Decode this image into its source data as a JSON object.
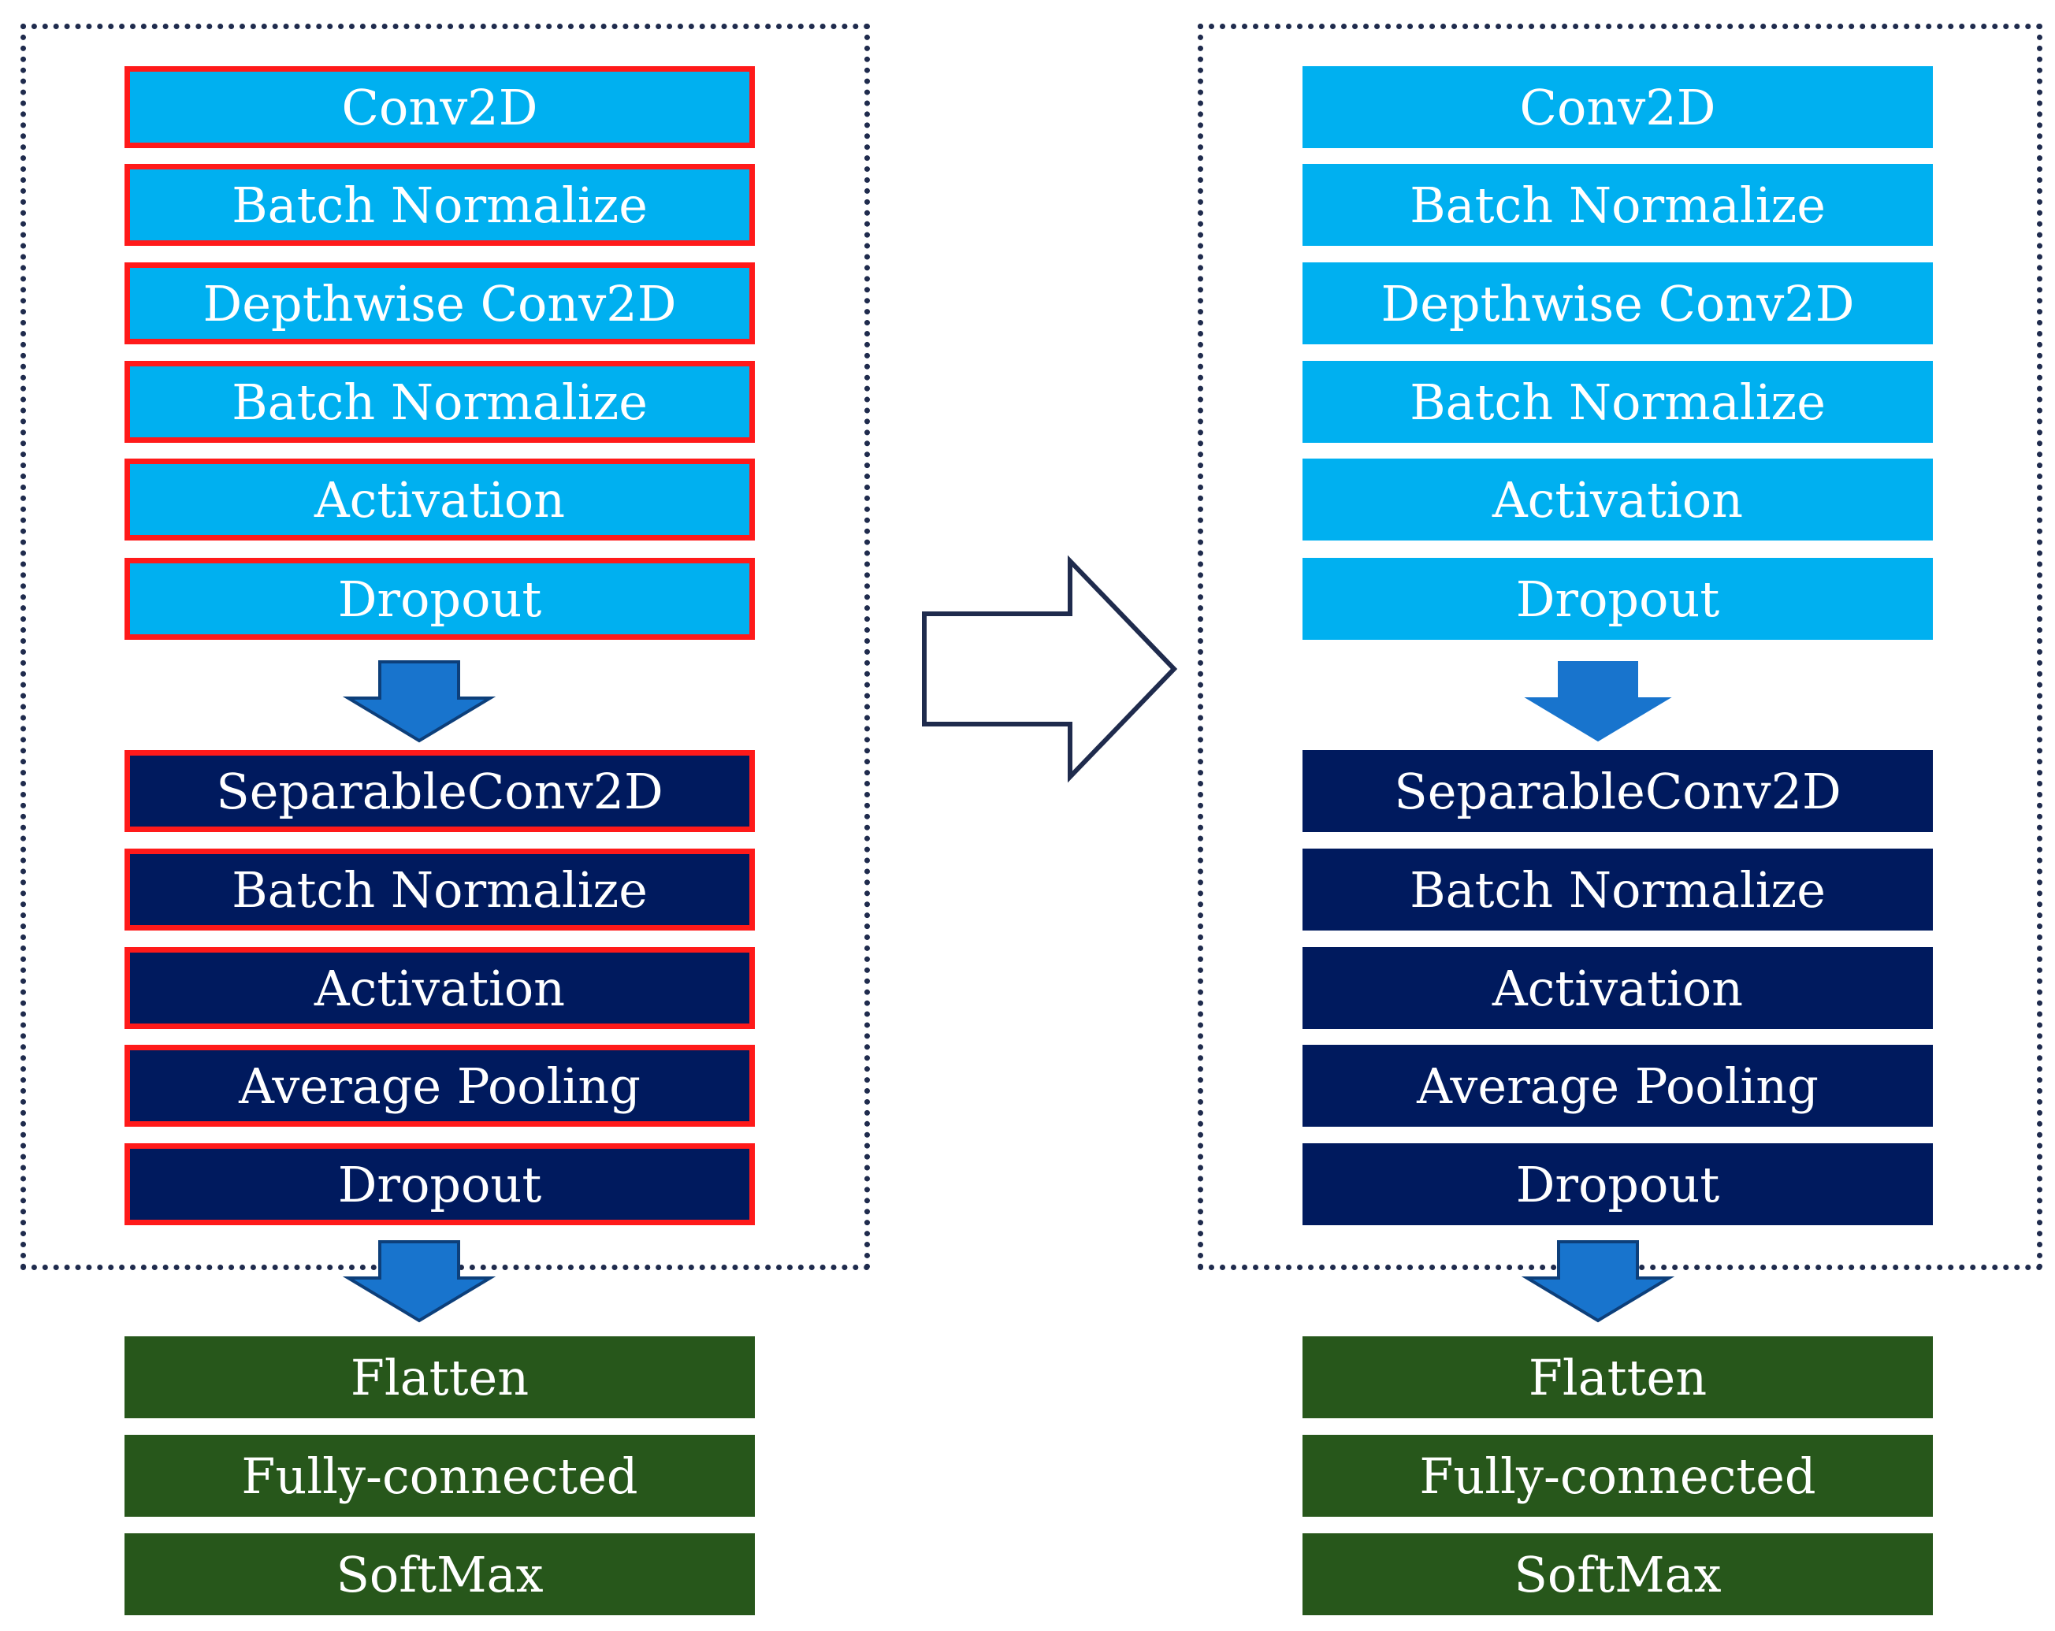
{
  "left_column": {
    "encoder_blocks": [
      "Conv2D",
      "Batch Normalize",
      "Depthwise Conv2D",
      "Batch Normalize",
      "Activation",
      "Dropout"
    ],
    "separable_blocks": [
      "SeparableConv2D",
      "Batch Normalize",
      "Activation",
      "Average Pooling",
      "Dropout"
    ],
    "head_blocks": [
      "Flatten",
      "Fully-connected",
      "SoftMax"
    ]
  },
  "right_column": {
    "encoder_blocks": [
      "Conv2D",
      "Batch Normalize",
      "Depthwise Conv2D",
      "Batch Normalize",
      "Activation",
      "Dropout"
    ],
    "separable_blocks": [
      "SeparableConv2D",
      "Batch Normalize",
      "Activation",
      "Average Pooling",
      "Dropout"
    ],
    "head_blocks": [
      "Flatten",
      "Fully-connected",
      "SoftMax"
    ]
  },
  "colors": {
    "light_block": "#00b0f0",
    "dark_block": "#001a5e",
    "green_block": "#27571b",
    "highlight_border": "#ff1a1a",
    "down_arrow": "#1874cd"
  }
}
